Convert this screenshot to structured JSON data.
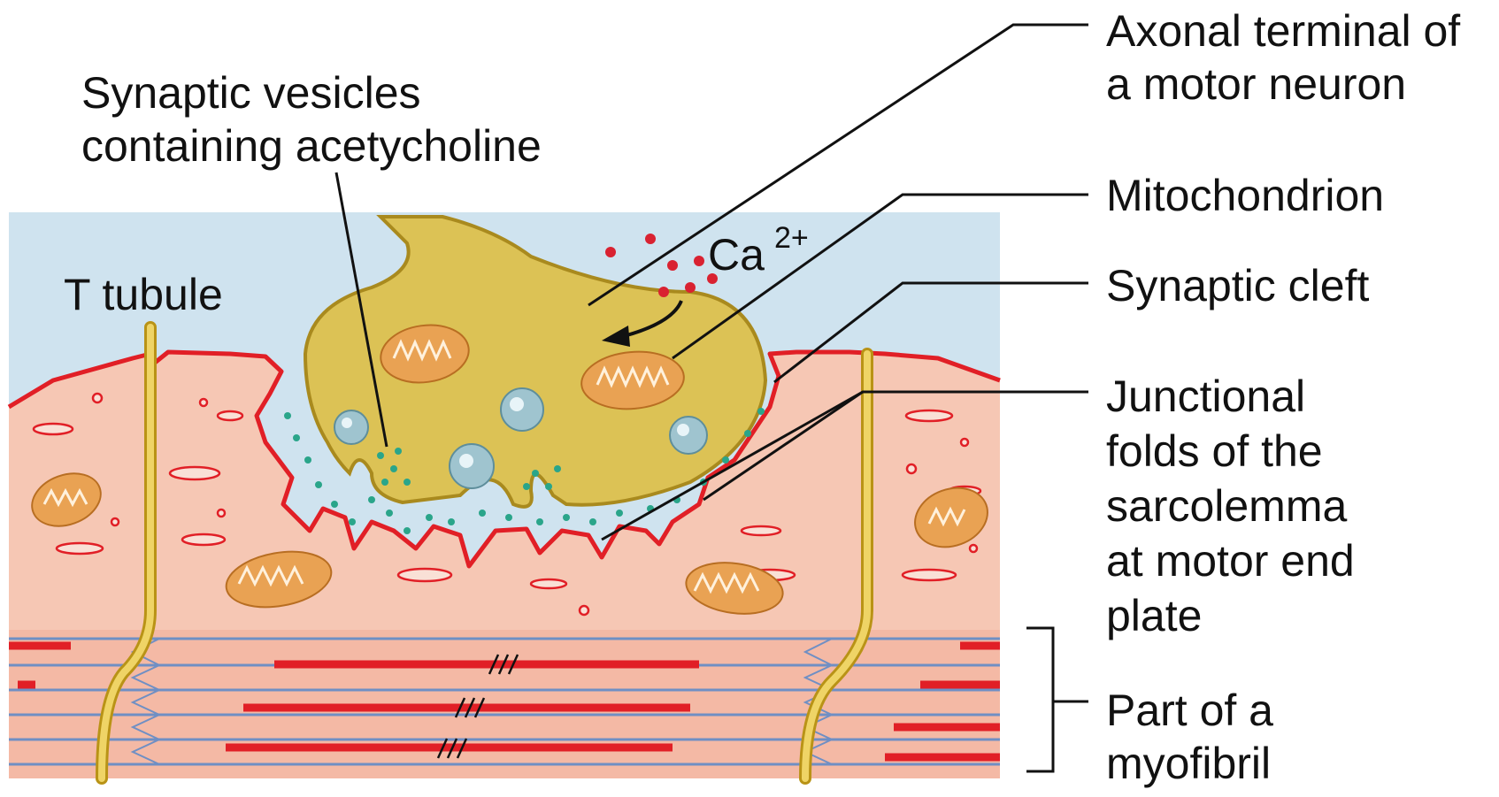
{
  "labels": {
    "synaptic_vesicles_line1": "Synaptic vesicles",
    "synaptic_vesicles_line2": "containing acetycholine",
    "axonal_terminal_line1": "Axonal terminal of",
    "axonal_terminal_line2": "a motor neuron",
    "mitochondrion": "Mitochondrion",
    "synaptic_cleft": "Synaptic cleft",
    "t_tubule": "T tubule",
    "calcium_base": "Ca",
    "calcium_charge": "2+",
    "junctional_folds_line1": "Junctional",
    "junctional_folds_line2": "folds of the",
    "junctional_folds_line3": "sarcolemma",
    "junctional_folds_line4": "at motor end",
    "junctional_folds_line5": "plate",
    "myofibril_line1": "Part of a",
    "myofibril_line2": "myofibril"
  },
  "colors": {
    "extracellular": "#cfe3ef",
    "sarcoplasm": "#f6c7b4",
    "sarcoplasm_light": "#f9d7c6",
    "membrane": "#e11f26",
    "axon_fill": "#dcc255",
    "axon_stroke": "#a98a1e",
    "mitochondrion": "#e9a253",
    "vesicle": "#9fc4cf",
    "acetylcholine": "#2aa58a",
    "calcium": "#d92231",
    "t_tubule": "#efd466",
    "myofilament_thick": "#e11f26",
    "myofilament_thin": "#6f8fc4"
  }
}
